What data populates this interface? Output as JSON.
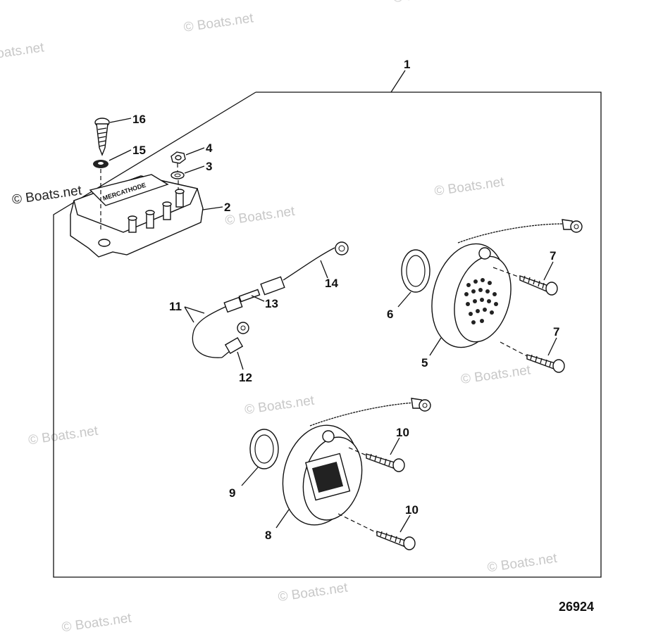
{
  "watermark": "© Boats.net",
  "part_number": "26924",
  "box_label": "MERCATHODE",
  "callouts": {
    "c1": "1",
    "c2": "2",
    "c3": "3",
    "c4": "4",
    "c5": "5",
    "c6": "6",
    "c7a": "7",
    "c7b": "7",
    "c8": "8",
    "c9": "9",
    "c10a": "10",
    "c10b": "10",
    "c11": "11",
    "c12": "12",
    "c13": "13",
    "c14": "14",
    "c15": "15",
    "c16": "16"
  }
}
